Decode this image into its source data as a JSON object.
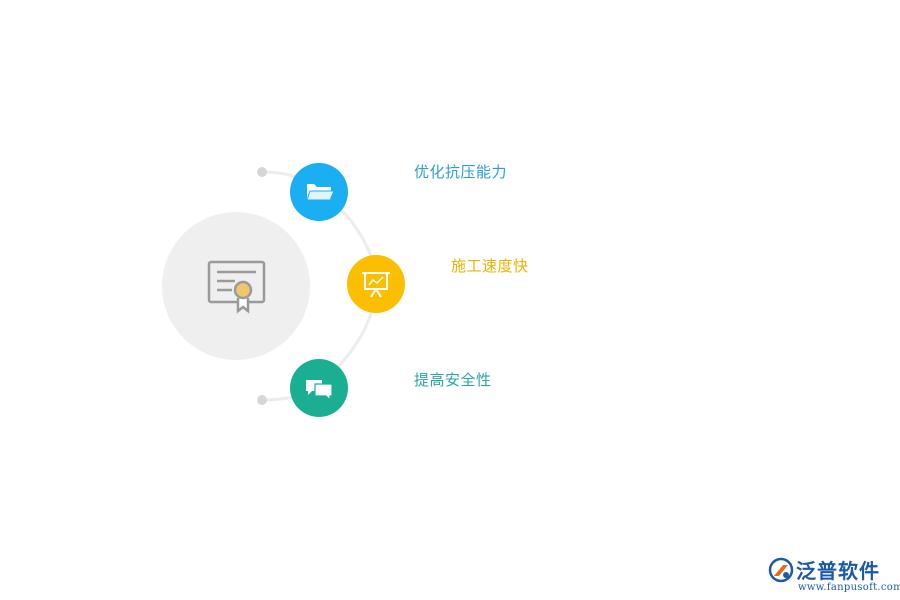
{
  "items": [
    {
      "label": "优化抗压能力",
      "icon": "folder-icon",
      "color": "#1aaef2",
      "text_color": "#2a9fd6"
    },
    {
      "label": "施工速度快",
      "icon": "presentation-board-icon",
      "color": "#fbbf00",
      "text_color": "#e8b400"
    },
    {
      "label": "提高安全性",
      "icon": "chat-bubbles-icon",
      "color": "#1aaf93",
      "text_color": "#2aa6a0"
    }
  ],
  "center_icon": "certificate-icon",
  "brand": {
    "name": "泛普软件",
    "url": "www.fanpusoft.com",
    "color": "#1c5aa6"
  }
}
